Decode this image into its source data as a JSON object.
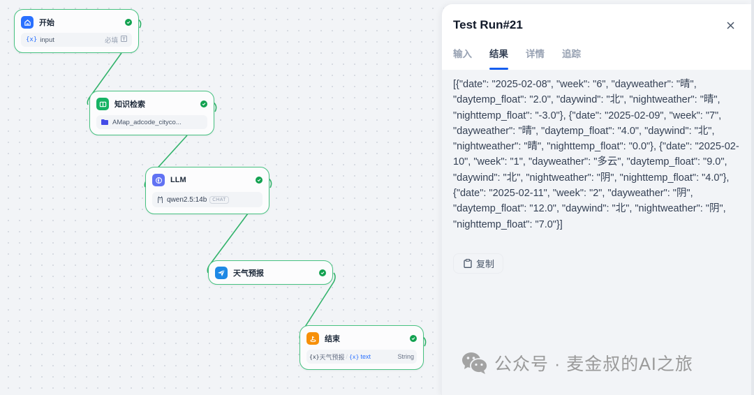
{
  "workflow": {
    "nodes": [
      {
        "id": "start",
        "title": "开始",
        "icon": "home-icon",
        "color": "#2970ff",
        "status": "success",
        "body": {
          "var_symbol": "{x}",
          "var_name": "input",
          "required_label": "必填",
          "type_icon": "text-field-icon"
        }
      },
      {
        "id": "knowledge",
        "title": "知识检索",
        "icon": "book-open-icon",
        "color": "#16b364",
        "status": "success",
        "body": {
          "dataset_icon": "folder-icon",
          "dataset_name": "AMap_adcode_cityco..."
        }
      },
      {
        "id": "llm",
        "title": "LLM",
        "icon": "llm-brain-icon",
        "color": "#6172f3",
        "status": "success",
        "body": {
          "model_icon": "ollama-icon",
          "model_name": "qwen2.5:14b",
          "mode_tag": "CHAT"
        }
      },
      {
        "id": "weather",
        "title": "天气预报",
        "icon": "paper-plane-icon",
        "color": "#1e88e5",
        "status": "success"
      },
      {
        "id": "end",
        "title": "结束",
        "icon": "flag-icon",
        "color": "#f79009",
        "status": "success",
        "body": {
          "var_symbol": "{x}",
          "source_node": "天气预报",
          "separator": "/",
          "var_symbol2": "{x}",
          "var_name": "text",
          "var_type": "String"
        }
      }
    ],
    "edge_color": "#32b36b"
  },
  "panel": {
    "title": "Test Run#21",
    "close_icon": "close-icon",
    "tabs": [
      {
        "label": "输入",
        "active": false
      },
      {
        "label": "结果",
        "active": true
      },
      {
        "label": "详情",
        "active": false
      },
      {
        "label": "追踪",
        "active": false
      }
    ],
    "result": "[{\"date\": \"2025-02-08\", \"week\": \"6\", \"dayweather\": \"晴\", \"daytemp_float\": \"2.0\", \"daywind\": \"北\", \"nightweather\": \"晴\", \"nighttemp_float\": \"-3.0\"}, {\"date\": \"2025-02-09\", \"week\": \"7\", \"dayweather\": \"晴\", \"daytemp_float\": \"4.0\", \"daywind\": \"北\", \"nightweather\": \"晴\", \"nighttemp_float\": \"0.0\"}, {\"date\": \"2025-02-10\", \"week\": \"1\", \"dayweather\": \"多云\", \"daytemp_float\": \"9.0\", \"daywind\": \"北\", \"nightweather\": \"阴\", \"nighttemp_float\": \"4.0\"}, {\"date\": \"2025-02-11\", \"week\": \"2\", \"dayweather\": \"阴\", \"daytemp_float\": \"12.0\", \"daywind\": \"北\", \"nightweather\": \"阴\", \"nighttemp_float\": \"7.0\"}]",
    "copy_label": "复制",
    "accent": "#155eef"
  },
  "watermark": {
    "icon": "wechat-icon",
    "text": "公众号 · 麦金叔的AI之旅"
  }
}
